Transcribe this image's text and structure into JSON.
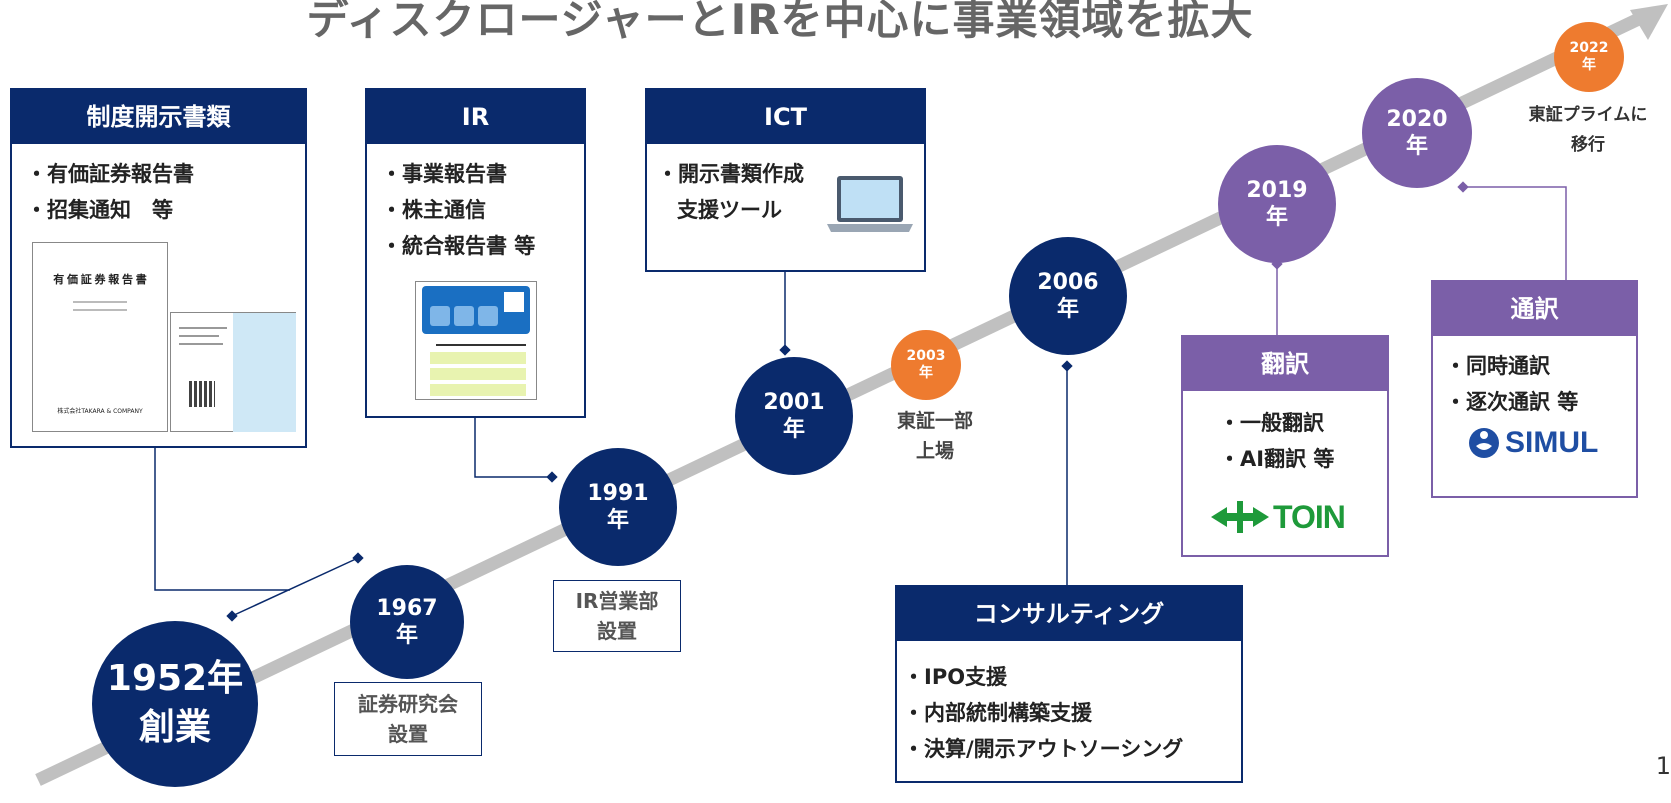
{
  "title": "ディスクロージャーとIRを中心に事業領域を拡大",
  "page_number": "1",
  "milestones": [
    {
      "year": "1952年",
      "label": "創業"
    },
    {
      "year": "1967",
      "unit": "年",
      "note": [
        "証券研究会",
        "設置"
      ]
    },
    {
      "year": "1991",
      "unit": "年",
      "note": [
        "IR営業部",
        "設置"
      ]
    },
    {
      "year": "2001",
      "unit": "年"
    },
    {
      "year": "2003",
      "unit": "年",
      "note": [
        "東証一部",
        "上場"
      ]
    },
    {
      "year": "2006",
      "unit": "年"
    },
    {
      "year": "2019",
      "unit": "年"
    },
    {
      "year": "2020",
      "unit": "年"
    },
    {
      "year": "2022",
      "unit": "年",
      "note": [
        "東証プライムに",
        "移行"
      ]
    }
  ],
  "cards": {
    "disclosure": {
      "title": "制度開示書類",
      "items": [
        "有価証券報告書",
        "招集通知　等"
      ],
      "doc_title": "有 価 証 券 報 告 書",
      "doc_company": "株式会社TAKARA & COMPANY"
    },
    "ir": {
      "title": "IR",
      "items": [
        "事業報告書",
        "株主通信",
        "統合報告書 等"
      ]
    },
    "ict": {
      "title": "ICT",
      "items": [
        "開示書類作成",
        "支援ツール"
      ]
    },
    "consulting": {
      "title": "コンサルティング",
      "items": [
        "IPO支援",
        "内部統制構築支援",
        "決算/開示アウトソーシング"
      ]
    },
    "translation": {
      "title": "翻訳",
      "items": [
        "一般翻訳",
        "AI翻訳 等"
      ],
      "logo": "TOIN"
    },
    "interpretation": {
      "title": "通訳",
      "items": [
        "同時通訳",
        "逐次通訳 等"
      ],
      "logo": "SIMUL"
    }
  },
  "colors": {
    "navy": "#0a2a6c",
    "purple": "#7b5fa8",
    "orange": "#ee7b2f",
    "line": "#c0c0c0"
  },
  "icons": [
    "laptop-icon",
    "toin-logo",
    "simul-logo"
  ]
}
